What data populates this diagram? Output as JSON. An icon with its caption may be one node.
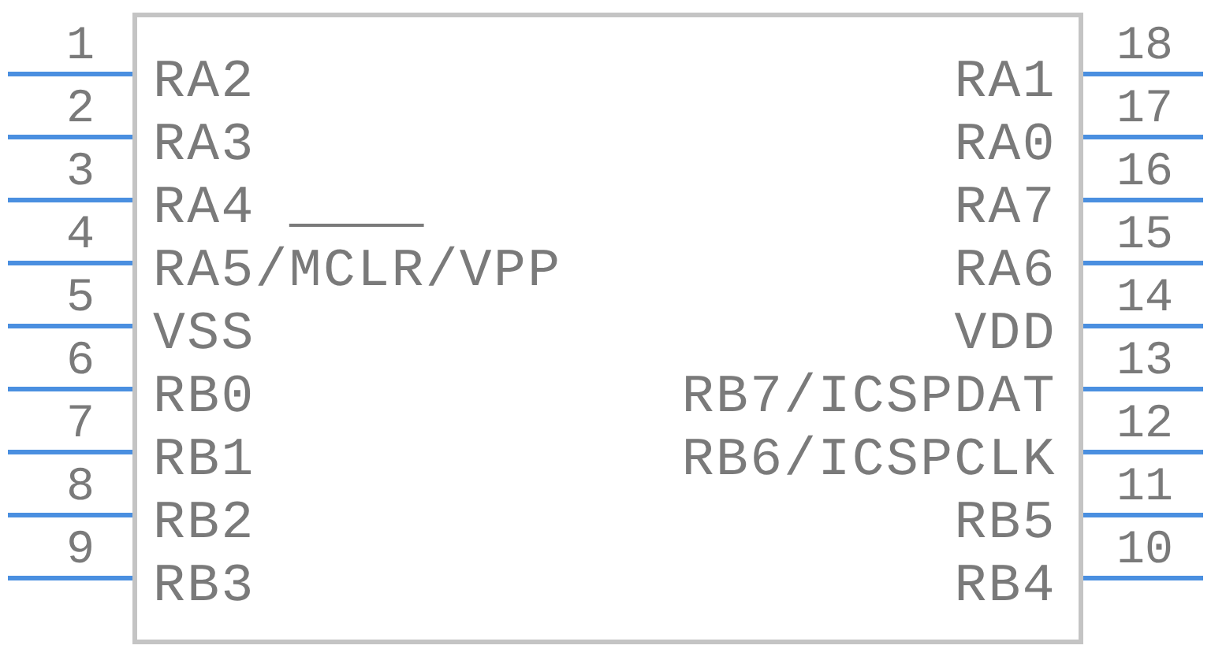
{
  "diagram": {
    "nodes": [
      {
        "text": [
          "RA2",
          "RA3",
          "RA4",
          "RA5/MCLR/VPP",
          "VSS",
          "RB0",
          "RB1",
          "RB2",
          "RB3",
          "RA1",
          "RA0",
          "RA7",
          "RA6",
          "VDD",
          "RB7/ICSPDAT",
          "RB6/ICSPCLK",
          "RB5",
          "RB4"
        ]
      }
    ],
    "labels": [
      "1",
      "2",
      "3",
      "4",
      "5",
      "6",
      "7",
      "8",
      "9",
      "18",
      "17",
      "16",
      "15",
      "14",
      "13",
      "12",
      "11",
      "10"
    ]
  }
}
